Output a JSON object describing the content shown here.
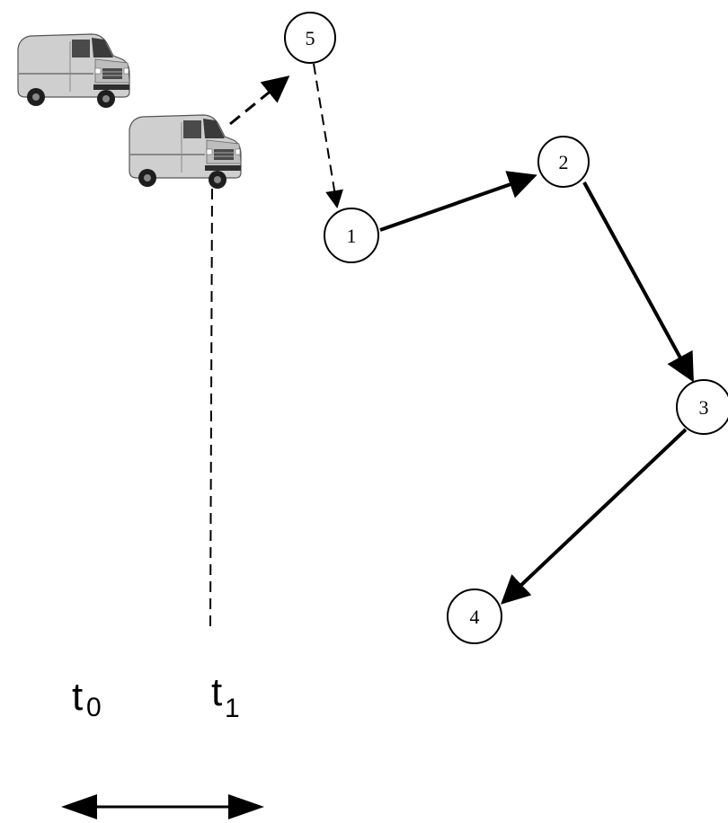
{
  "nodes": [
    {
      "id": "5",
      "label": "5"
    },
    {
      "id": "1",
      "label": "1"
    },
    {
      "id": "2",
      "label": "2"
    },
    {
      "id": "3",
      "label": "3"
    },
    {
      "id": "4",
      "label": "4"
    }
  ],
  "edges": [
    {
      "from": "vehicle_t1",
      "to": "5",
      "style": "dashed"
    },
    {
      "from": "5",
      "to": "1",
      "style": "dashed"
    },
    {
      "from": "1",
      "to": "2",
      "style": "solid"
    },
    {
      "from": "2",
      "to": "3",
      "style": "solid"
    },
    {
      "from": "3",
      "to": "4",
      "style": "solid"
    }
  ],
  "time_labels": {
    "t0": {
      "base": "t",
      "sub": "0"
    },
    "t1": {
      "base": "t",
      "sub": "1"
    }
  },
  "vehicles": [
    {
      "name": "van-icon",
      "time": "t0"
    },
    {
      "name": "van-icon",
      "time": "t1"
    }
  ],
  "colors": {
    "stroke": "#000000",
    "node_fill": "#ffffff",
    "van_body": "#c8c8c8",
    "van_dark": "#3c3c3c"
  }
}
